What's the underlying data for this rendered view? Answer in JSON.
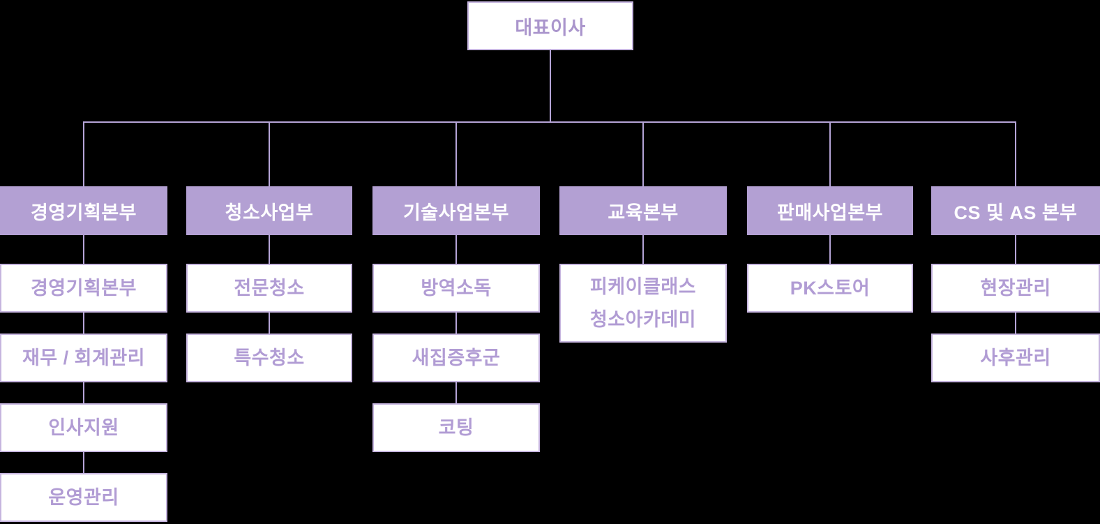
{
  "colors": {
    "background": "#000000",
    "header_bg": "#b3a0d3",
    "header_text": "#ffffff",
    "node_bg": "#ffffff",
    "node_border": "#c6b5df",
    "node_text": "#b19cd4",
    "root_text": "#aa95cc",
    "line": "#b5a4d7"
  },
  "root": {
    "label": "대표이사"
  },
  "columns": [
    {
      "header": "경영기획본부",
      "children": [
        "경영기획본부",
        "재무 / 회계관리",
        "인사지원",
        "운영관리"
      ]
    },
    {
      "header": "청소사업부",
      "children": [
        "전문청소",
        "특수청소"
      ]
    },
    {
      "header": "기술사업본부",
      "children": [
        "방역소독",
        "새집증후군",
        "코팅"
      ]
    },
    {
      "header": "교육본부",
      "children": [
        "피케이클래스\n청소아카데미"
      ]
    },
    {
      "header": "판매사업본부",
      "children": [
        "PK스토어"
      ]
    },
    {
      "header": "CS 및 AS 본부",
      "children": [
        "현장관리",
        "사후관리"
      ]
    }
  ]
}
